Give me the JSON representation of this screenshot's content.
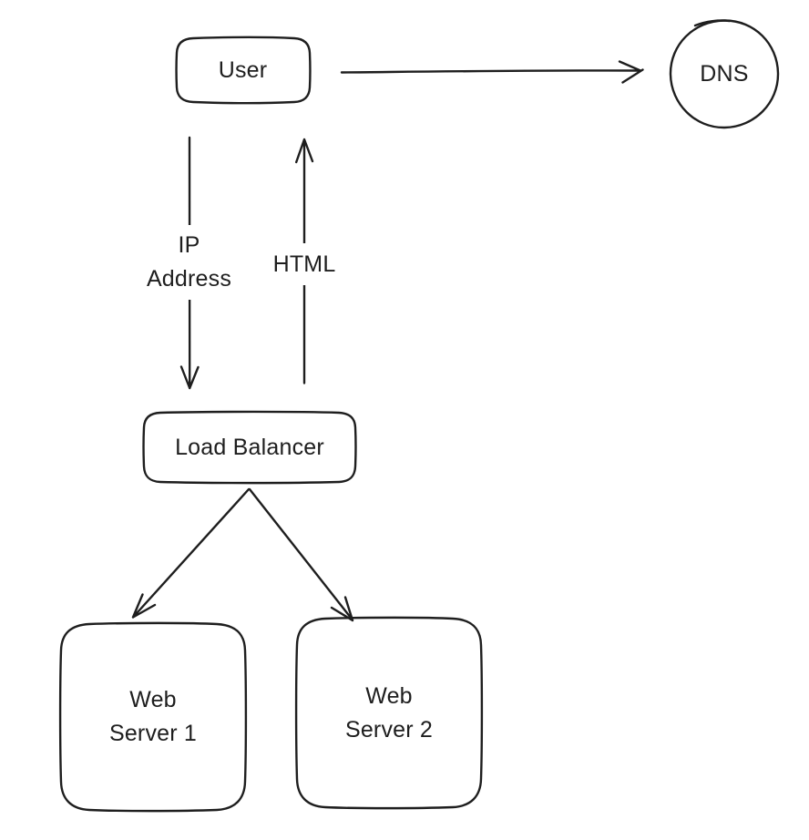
{
  "canvas": {
    "background_color": "#ffffff",
    "stroke_color": "#1e1e1e",
    "text_color": "#1e1e1e"
  },
  "nodes": {
    "user": {
      "label": "User",
      "shape": "rounded-rectangle"
    },
    "dns": {
      "label": "DNS",
      "shape": "circle"
    },
    "load_balancer": {
      "label": "Load Balancer",
      "shape": "rounded-rectangle"
    },
    "web_server_1": {
      "label_line1": "Web",
      "label_line2": "Server 1",
      "shape": "rounded-rectangle"
    },
    "web_server_2": {
      "label_line1": "Web",
      "label_line2": "Server 2",
      "shape": "rounded-rectangle"
    }
  },
  "edges": {
    "user_to_dns": {
      "from": "User",
      "to": "DNS"
    },
    "user_to_load_balancer": {
      "from": "User",
      "to": "Load Balancer",
      "label_line1": "IP",
      "label_line2": "Address"
    },
    "load_balancer_to_user": {
      "from": "Load Balancer",
      "to": "User",
      "label": "HTML"
    },
    "load_balancer_to_web_server_1": {
      "from": "Load Balancer",
      "to": "Web Server 1"
    },
    "load_balancer_to_web_server_2": {
      "from": "Load Balancer",
      "to": "Web Server 2"
    }
  }
}
